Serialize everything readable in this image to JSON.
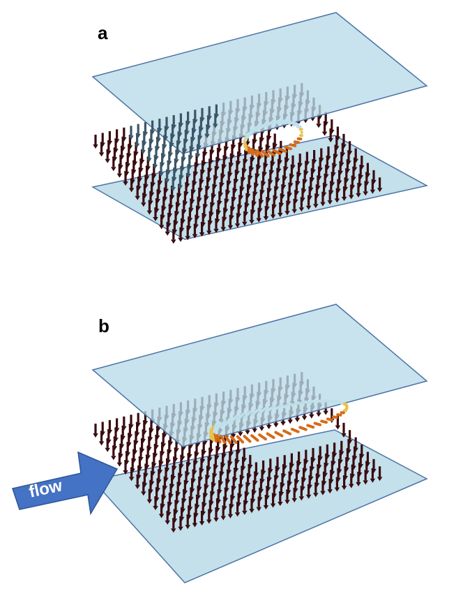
{
  "panels": [
    {
      "label": "a"
    },
    {
      "label": "b"
    }
  ],
  "flow_arrow": {
    "text": "flow"
  },
  "colors": {
    "plate_fill": "#b8dbe8",
    "plate_stroke": "#4d73a6",
    "arrow_dark": "#3a0c10",
    "arrow_upper": "#3b5666",
    "vortex_light": "#bfe0ea",
    "vortex_yellow": "#e8c24a",
    "vortex_orange": "#d56b18",
    "flow_arrow_fill": "#4472c4",
    "flow_arrow_stroke": "#2f5597"
  },
  "icons": [
    "flow-direction-arrow-icon"
  ]
}
